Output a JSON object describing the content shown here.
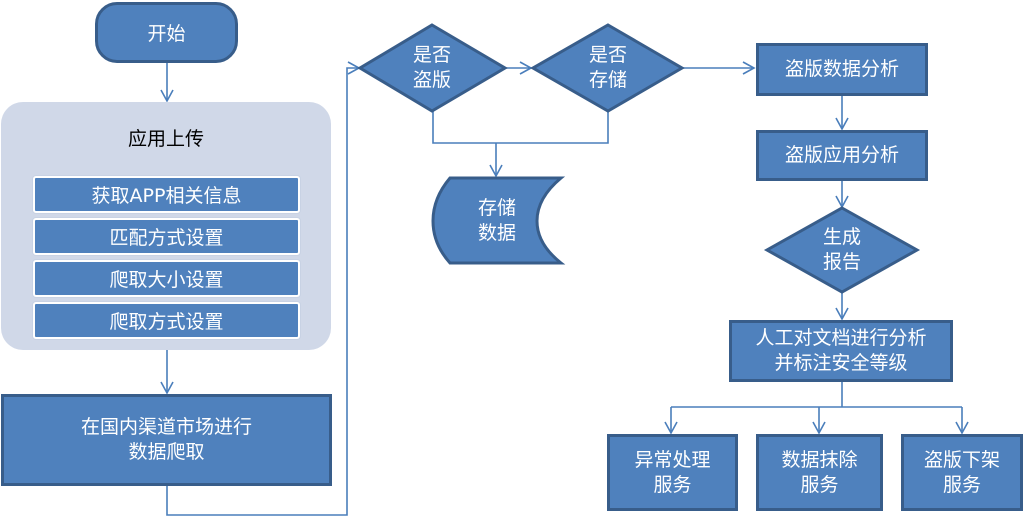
{
  "colors": {
    "fill": "#4f81bd",
    "stroke": "#385d8a",
    "panel": "#d0d8e8",
    "connector": "#4a7ebb",
    "text_light": "#ffffff",
    "text_dark": "#000000"
  },
  "start": {
    "label": "开始"
  },
  "upload_panel": {
    "title": "应用上传",
    "items": [
      {
        "label": "获取APP相关信息"
      },
      {
        "label": "匹配方式设置"
      },
      {
        "label": "爬取大小设置"
      },
      {
        "label": "爬取方式设置"
      }
    ]
  },
  "crawl": {
    "line1": "在国内渠道市场进行",
    "line2": "数据爬取"
  },
  "decision_piracy": {
    "line1": "是否",
    "line2": "盗版"
  },
  "decision_store": {
    "line1": "是否",
    "line2": "存储"
  },
  "store_data": {
    "line1": "存储",
    "line2": "数据"
  },
  "piracy_data_analysis": {
    "label": "盗版数据分析"
  },
  "piracy_app_analysis": {
    "label": "盗版应用分析"
  },
  "generate_report": {
    "line1": "生成",
    "line2": "报告"
  },
  "manual_review": {
    "line1": "人工对文档进行分析",
    "line2": "并标注安全等级"
  },
  "services": [
    {
      "line1": "异常处理",
      "line2": "服务"
    },
    {
      "line1": "数据抹除",
      "line2": "服务"
    },
    {
      "line1": "盗版下架",
      "line2": "服务"
    }
  ]
}
